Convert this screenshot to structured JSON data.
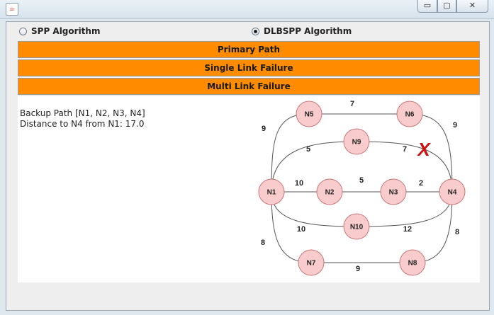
{
  "window": {
    "icon": "java-cup-icon",
    "controls": {
      "minimize": "▭",
      "maximize": "▢",
      "close": "✕"
    }
  },
  "algorithms": [
    {
      "label": "SPP Algorithm",
      "selected": false
    },
    {
      "label": "DLBSPP Algorithm",
      "selected": true
    }
  ],
  "buttons": {
    "primary": "Primary Path",
    "single": "Single Link Failure",
    "multi": "Multi Link Failure"
  },
  "result": {
    "backup_path": "Backup Path [N1, N2, N3, N4]",
    "distance": "Distance to N4 from N1: 17.0"
  },
  "graph": {
    "nodes": [
      "N1",
      "N2",
      "N3",
      "N4",
      "N5",
      "N6",
      "N7",
      "N8",
      "N9",
      "N10"
    ],
    "edges": [
      {
        "from": "N5",
        "to": "N6",
        "weight": "7"
      },
      {
        "from": "N1",
        "to": "N5",
        "weight": "9"
      },
      {
        "from": "N6",
        "to": "N4",
        "weight": "9"
      },
      {
        "from": "N1",
        "to": "N9",
        "weight": "5"
      },
      {
        "from": "N9",
        "to": "N4",
        "weight": "7",
        "failed": true
      },
      {
        "from": "N1",
        "to": "N2",
        "weight": "10"
      },
      {
        "from": "N2",
        "to": "N3",
        "weight": "5"
      },
      {
        "from": "N3",
        "to": "N4",
        "weight": "2"
      },
      {
        "from": "N1",
        "to": "N10",
        "weight": "10"
      },
      {
        "from": "N10",
        "to": "N4",
        "weight": "12"
      },
      {
        "from": "N1",
        "to": "N7",
        "weight": "8"
      },
      {
        "from": "N4",
        "to": "N8",
        "weight": "8"
      },
      {
        "from": "N7",
        "to": "N8",
        "weight": "9"
      }
    ],
    "failure_mark": "X",
    "colors": {
      "node_fill": "#f8cccc",
      "node_stroke": "#c87878",
      "edge": "#555555",
      "failure": "#cc1111"
    }
  },
  "colors": {
    "button": "#ff8c00",
    "panel": "#ffffff"
  }
}
